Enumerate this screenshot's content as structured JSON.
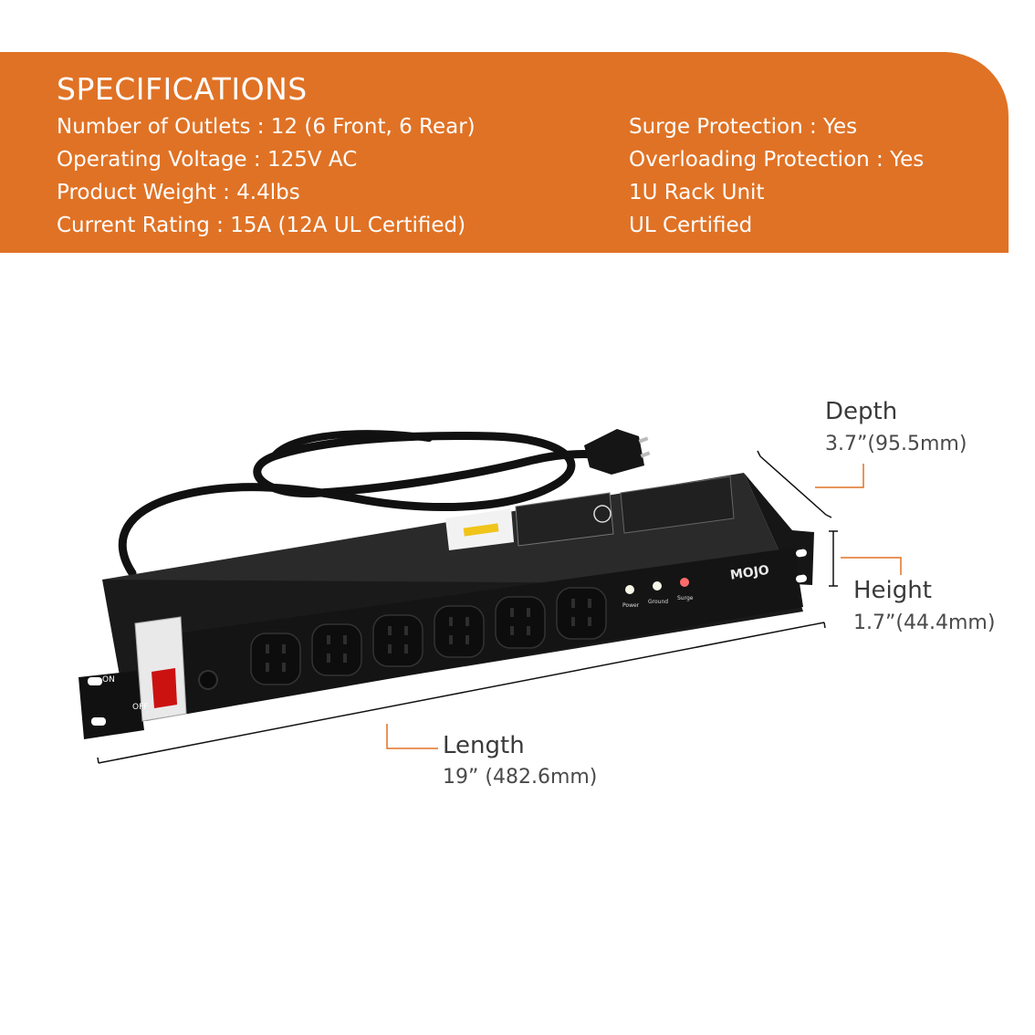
{
  "specifications": {
    "title": "SPECIFICATIONS",
    "left": [
      "Number of Outlets : 12 (6 Front, 6 Rear)",
      "Operating Voltage : 125V AC",
      "Product Weight : 4.4lbs",
      "Current Rating : 15A (12A UL Certified)"
    ],
    "right": [
      "Surge Protection : Yes",
      "Overloading Protection : Yes",
      "1U Rack Unit",
      "UL Certified"
    ]
  },
  "dimensions": {
    "depth": {
      "label": "Depth",
      "value": "3.7”(95.5mm)"
    },
    "height": {
      "label": "Height",
      "value": "1.7”(44.4mm)"
    },
    "length": {
      "label": "Length",
      "value": "19” (482.6mm)"
    }
  },
  "product": {
    "brand_logo": "MOJO",
    "switch_on_label": "ON",
    "switch_off_label": "OFF",
    "indicators": [
      "Power",
      "Ground",
      "Surge"
    ],
    "outlet_count_front": 6
  },
  "colors": {
    "banner": "#e07225",
    "accent_line": "#e07225",
    "chassis": "#1c1c1c",
    "switch": "#cc1111"
  }
}
